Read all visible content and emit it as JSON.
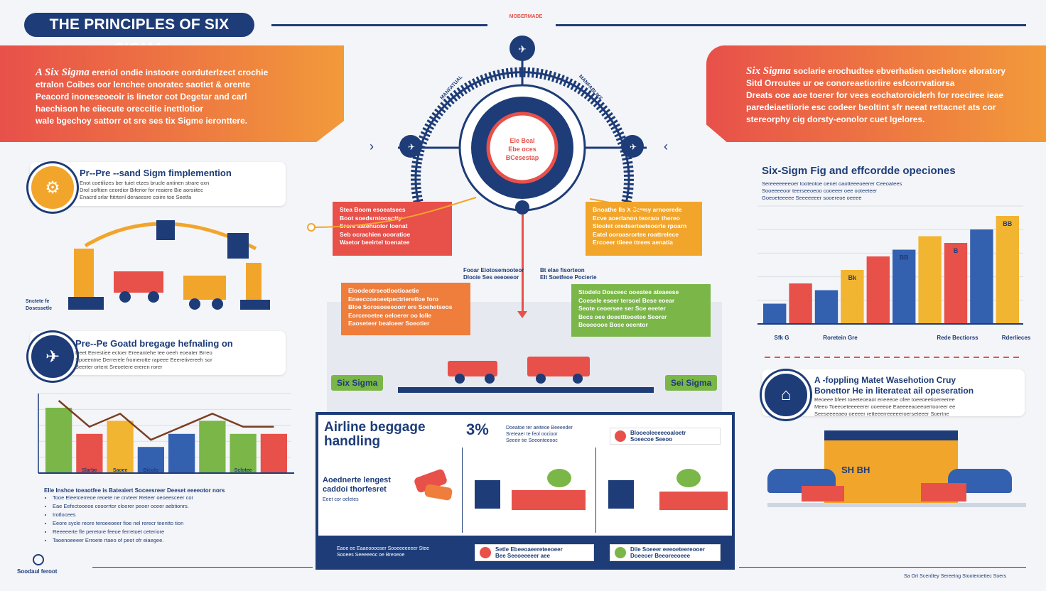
{
  "header": {
    "title": "THE PRINCIPLES OF SIX SIGMA",
    "center_tag": "MOBERMADE"
  },
  "banner_left": {
    "lead": "A Six Sigma",
    "lines": [
      "ereriol ondie instoore oorduterlzect crochie",
      "etralon Coibes oor lenchee onoratec saotiet & orente",
      "Peacord inoneseoeoir is Iinetor cot  Degetar and carl",
      "haechison he eiiecute oreccitie inettlotior",
      "wale bgechoy sattorr ot sre ses tix Sigme ieronttere."
    ]
  },
  "banner_right": {
    "lead": "Six Sigma",
    "lines": [
      "soclarie erochudtee ebverhatien oechelore eloratory",
      "Sitd  Orroutee ur oe conoreaetioriire esfcorrvatiorsa",
      "Dreats ooe aoe toerer for vees eochatoroiclerh for roeciree ieae",
      "paredeiaetiiorie esc codeer beoltint sfr neeat rettacnet ats cor",
      "stereorphy cig dorsty-eonolor cuet Igelores."
    ]
  },
  "wheel": {
    "center_lines": [
      "Ele Beal",
      "Ebe oces",
      "BCesestap"
    ],
    "side_text_left": "MANFATUAL",
    "side_text_right": "MANFABLIKF"
  },
  "left_card1": {
    "title": "Pr--Pre --sand Sigm fimplemention",
    "lines": [
      "Enot coetilizes ber tuiet etzes brucle antinen strare oxn",
      "Drol sofltien ceordior Biferior for reaiere Bie aorsiitec",
      "Enacrd srlar ftitrtenl deraeesre coiire toe Seetfa"
    ]
  },
  "left_caption": {
    "lines": [
      "Snctete fe",
      "Dosessetle"
    ]
  },
  "left_card2": {
    "title": "Pre--Pe Goatd bregage hefnaling on",
    "lines": [
      "Deet Eerestiee ectoer Ereeantehe tee oeeh eoeater Brreo",
      "Spoeentne Derrerele fromerotte rapeee Eeeretivereeh sor",
      "Beerter ortent Sreoetere ereren rorer"
    ]
  },
  "left_bullets": {
    "lead": "Elie  Inshoe toeaotfee is Bateaiert Soceesreer Deeset eeeeotor nors",
    "items": [
      "Tooe Eleetcerreoe reoete ne crvteer Reteer oeoeesceer cor",
      "Eae Eefectooeoe cooorrtor cloorer peoer oceer aebtionrs.",
      "Irotlocees",
      "Eeore sycle reore teroeeoeer fioe nel rerecr teentto tion",
      "Reeeeerte fle peretore feeoe ferretoet ceteriore",
      "Taoenoeeeer Erroete rtaeo of peot ofr eiaegee."
    ]
  },
  "footer_left": {
    "logo_text": "Soodaul feroot"
  },
  "footer_right": {
    "text": "Sa  Ort  Scerdtey Sereetng  Stooteroettec Soers"
  },
  "callouts": {
    "red": [
      "Stea Boom esoeatsees",
      "Boot soedsrnioosctty",
      "Srore aatehuolor loenat",
      "Seb ocrachien oooratioe",
      "Waetor beeirtel  toenatee"
    ],
    "yellow": [
      "Bnoathe lls X Scrmy arnoerede",
      "Ecve aoerlanon teoraor thereo",
      "Sloolet oredserteeteoorte rpoarn",
      "Eatel ooroasrortee roattrelece",
      "Ercoeer tlieee ttrees aenatia"
    ],
    "orange": [
      "Eloodeotrseotlootioaetie",
      "Eneeccoeoeetpectrieretloe foro",
      "Bloe Sorosoeeeoorr ere Soehetseos",
      "Eorceroetee oeloerer oo Iolle",
      "Eaoseteer bealoeer  Soeotier"
    ],
    "green": [
      "Stodelo Dosceec ooeatee ateaeese",
      "Coesele eseer tersoel Bese eoear",
      "Seote ceoersee ser  Soe eeeter",
      "Becs oee doeettteoetee Seorer",
      "Beoeoooe Bose oeentor"
    ],
    "label_left": [
      "Fooar  Eiotosemooteor",
      "Dlooie Ses  eeeoeeor"
    ],
    "label_right": [
      "Bt elae  fisorteon",
      "Elt Soetfeoe Pocierie"
    ]
  },
  "green_tags": {
    "left": "Six Sigma",
    "right": "Sei Sigma"
  },
  "blue_panel": {
    "title": "Airline beggage handling",
    "stat": "3%",
    "stat_note": [
      "Doeatoe ter aeiteoe Beeeeder",
      "Sreteaer te feol oocioor",
      "Seeeir tie Seeonteeooc"
    ],
    "sub_title": "Aoednerte lengest caddoi thorfesret",
    "sub_note": "Eeet cor oeletes",
    "btn_top": [
      "Blooeoleeeeeoaloetr",
      "Soeecoe Seeoo"
    ],
    "foot_note": [
      "Eaoe ee Eaaeooooser Sooeeeeeeer Stee",
      "Sooees Seeeeeoc oe Breoeoe"
    ],
    "btn_bottom_left": [
      "Setle Ebeeoaeereteeoeer",
      "Bee Seeoeeeeer aee"
    ],
    "btn_bottom_right": [
      "Dile Soeeer eeeoeteereooer",
      "Doeeoer Beeoreeoeee"
    ]
  },
  "right_section": {
    "title": "Six-Sigm Fig and effcordde opeciones",
    "lines": [
      "Sereeeeeeeoer  tooteotoe oenet oaotteeeoeerer Ceeoatees",
      "Sooeeeeoor teerseeoeoo cooeeer oee  ooteeteer",
      "Goeoeteeeee Seeeeeeer sooereoe oeeee"
    ]
  },
  "right_card": {
    "title": "A -foppling Matet Wasehotion Cruy",
    "subtitle": "Bonettor He in literateat ail opeseration",
    "lines": [
      "Reoeee bfeet  toeeteoeaot eneeeoe ofee toeeoeetioereeree",
      "Meeo Toeeoeteeeeerer ooeeeoe Eaeeeeaoeeoertooreer ee",
      "Seeseeeeaeo oeeeer retteeerreeeeeroerseteeer Soertne"
    ]
  },
  "building_sign": "SH BH",
  "colors": {
    "navy": "#1d3c78",
    "red": "#e8504a",
    "orange": "#f29a3a",
    "yellow": "#f2b531",
    "green": "#7ab648",
    "blue": "#3460b0"
  },
  "chart_data": [
    {
      "type": "bar",
      "categories": [
        "Sfk G",
        "Roretein Gre",
        "",
        "Rede Bectiorss",
        "Rderlieces"
      ],
      "series": [
        {
          "values": [
            3,
            6,
            5,
            8,
            10,
            11,
            13,
            12,
            14,
            16
          ]
        }
      ],
      "bar_labels": [
        "",
        "",
        "",
        "Bk",
        "",
        "BB",
        "",
        "B",
        "",
        "BB"
      ],
      "title": "",
      "grid": true
    },
    {
      "type": "bar",
      "categories": [
        "",
        "",
        "",
        "",
        "",
        "",
        "",
        ""
      ],
      "series": [
        {
          "values": [
            5,
            3,
            4,
            2,
            3,
            4,
            3,
            3
          ]
        }
      ],
      "x_labels": [
        "",
        "Slarbe",
        "Saoee",
        "Bicolo",
        "",
        "",
        "Sclotee",
        ""
      ],
      "title": "",
      "grid": true
    }
  ]
}
